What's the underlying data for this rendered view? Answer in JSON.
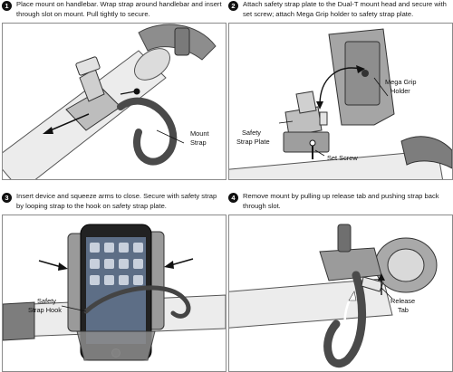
{
  "steps": [
    {
      "number": "1",
      "caption": "Place mount on handlebar. Wrap strap around handlebar and insert through slot on mount. Pull tightly to secure.",
      "labels": {
        "mount": "Mount",
        "strap": "Strap"
      }
    },
    {
      "number": "2",
      "caption": "Attach safety strap plate to the Dual-T mount head and secure with set screw; attach Mega Grip holder to safety strap plate.",
      "labels": {
        "mega": "Mega Grip",
        "holder": "Holder",
        "safety": "Safety",
        "strap_plate": "Strap Plate",
        "set_screw": "Set Screw"
      }
    },
    {
      "number": "3",
      "caption": "Insert device and squeeze arms to close. Secure with safety strap by looping strap to the hook on safety strap plate.",
      "labels": {
        "safety": "Safety",
        "strap_hook": "Strap Hook"
      }
    },
    {
      "number": "4",
      "caption": "Remove mount by pulling up release tab and pushing strap back through slot.",
      "labels": {
        "release": "Release",
        "tab": "Tab"
      }
    }
  ]
}
